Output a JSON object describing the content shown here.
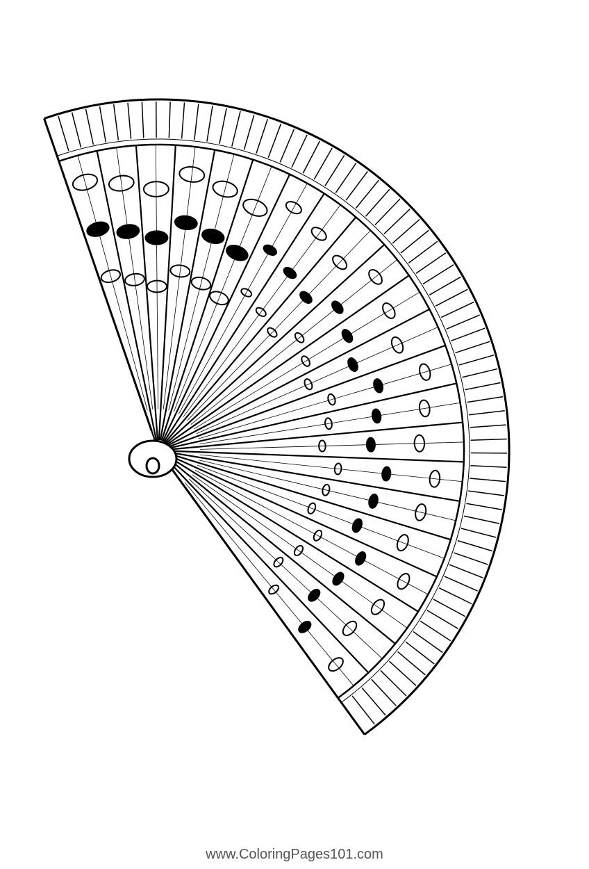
{
  "artwork": {
    "subject": "hand-fan",
    "style": "line-art coloring page",
    "stroke_color": "#000000",
    "background_color": "#ffffff",
    "rib_count": 22
  },
  "watermark": {
    "text": "www.ColoringPages101.com"
  }
}
